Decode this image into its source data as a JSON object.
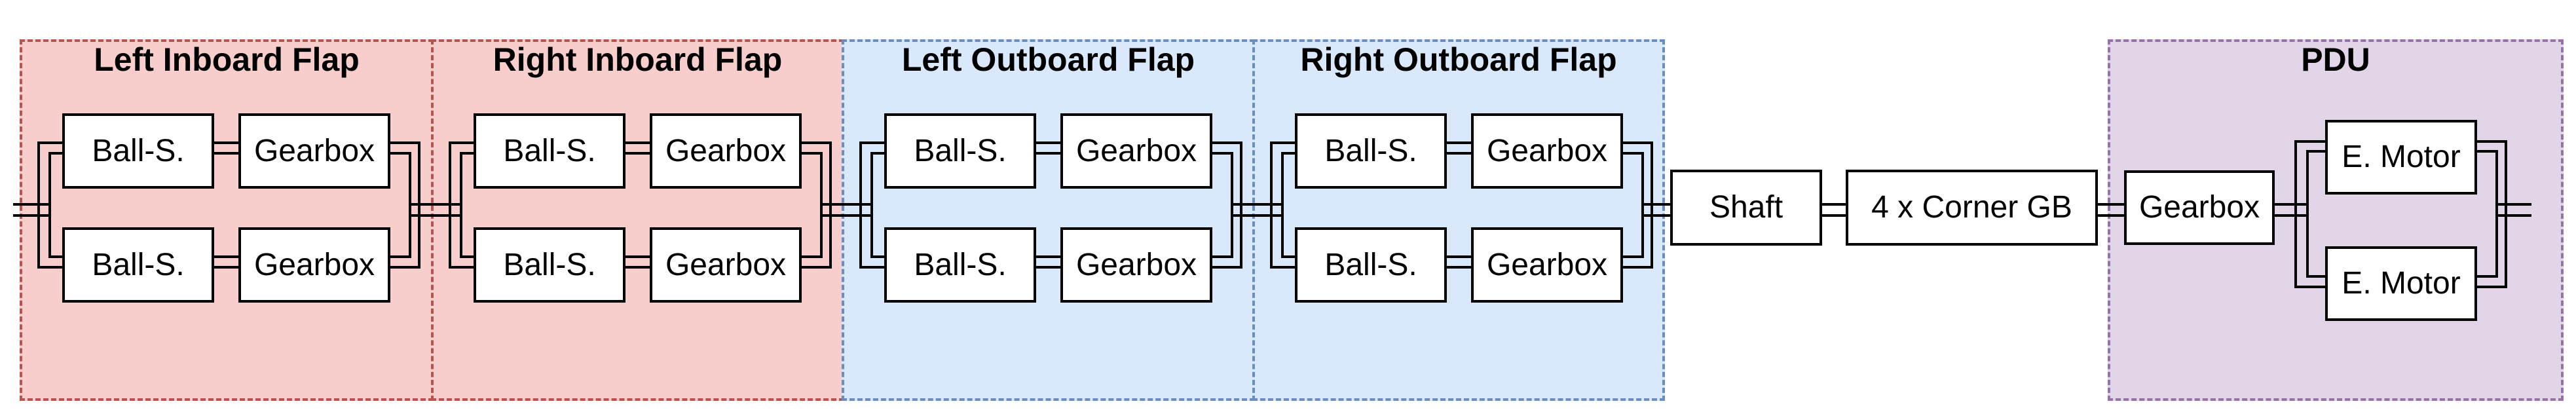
{
  "diagram": {
    "type": "flap-actuation-system-architecture",
    "colors": {
      "inboard_fill": "#f8cecc",
      "inboard_border": "#b85450",
      "outboard_fill": "#dae8fc",
      "outboard_border": "#6c8ebf",
      "pdu_fill": "#e1d5e7",
      "pdu_border": "#9673a6",
      "box_fill": "#ffffff",
      "line": "#000000"
    }
  },
  "sections": [
    {
      "title": "Left Inboard Flap",
      "boxes": [
        "Ball-S.",
        "Gearbox",
        "Ball-S.",
        "Gearbox"
      ]
    },
    {
      "title": "Right Inboard Flap",
      "boxes": [
        "Ball-S.",
        "Gearbox",
        "Ball-S.",
        "Gearbox"
      ]
    },
    {
      "title": "Left Outboard Flap",
      "boxes": [
        "Ball-S.",
        "Gearbox",
        "Ball-S.",
        "Gearbox"
      ]
    },
    {
      "title": "Right Outboard Flap",
      "boxes": [
        "Ball-S.",
        "Gearbox",
        "Ball-S.",
        "Gearbox"
      ]
    }
  ],
  "transmission": {
    "shaft_label": "Shaft",
    "corner_gb_label": "4 x Corner GB"
  },
  "pdu": {
    "title": "PDU",
    "gearbox_label": "Gearbox",
    "motors": [
      "E. Motor",
      "E. Motor"
    ]
  }
}
